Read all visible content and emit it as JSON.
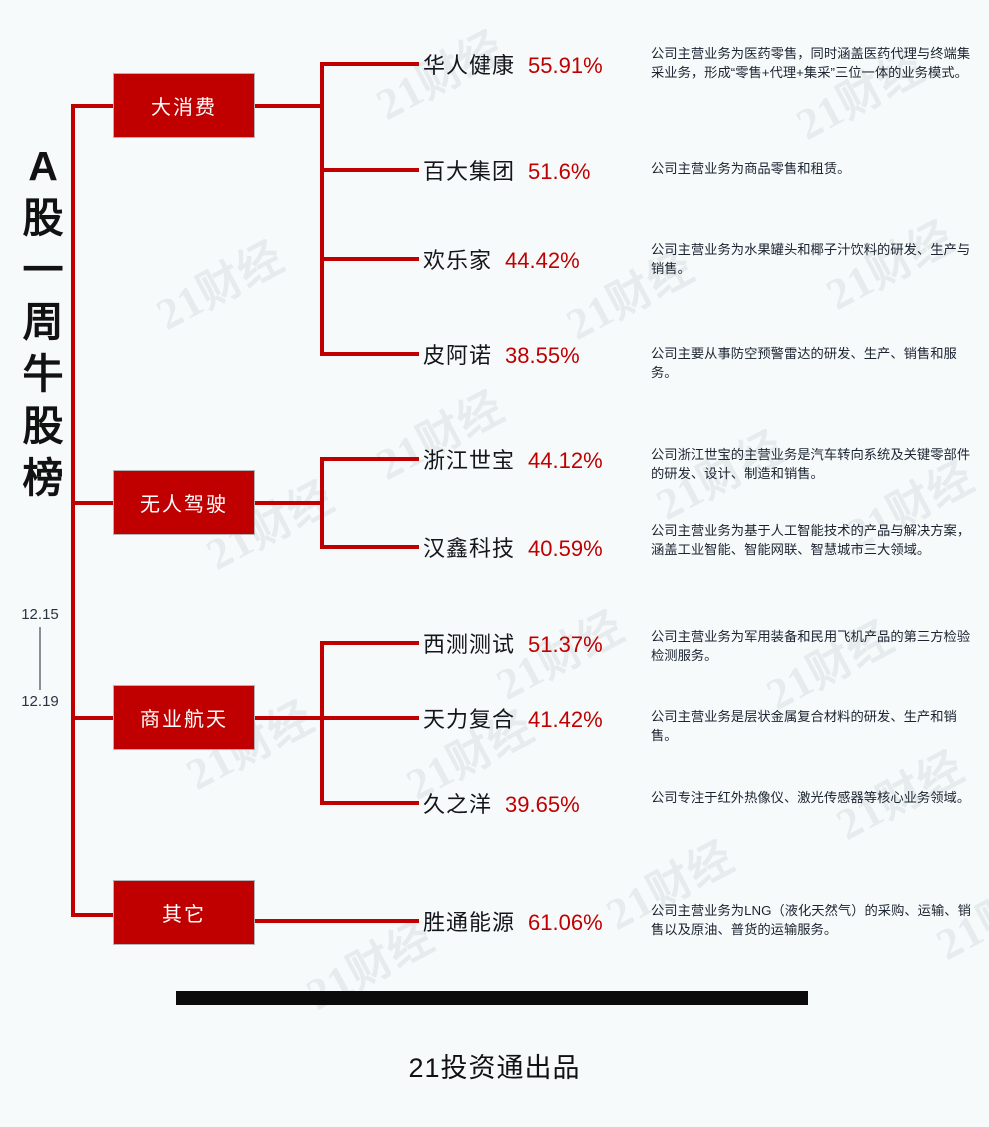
{
  "title": {
    "lines": [
      "A",
      "股",
      "一",
      "周",
      "牛",
      "股",
      "榜"
    ],
    "date_start": "12.15",
    "date_end": "12.19"
  },
  "colors": {
    "brand_red": "#C00000",
    "background": "#f7fafb",
    "text_dark": "#14161c",
    "footer_bar": "#0b0b0b"
  },
  "watermark": {
    "text": "21财经"
  },
  "categories": [
    {
      "label": "大消费",
      "stocks": [
        {
          "name": "华人健康",
          "change": "55.91%",
          "description": "公司主营业务为医药零售，同时涵盖医药代理与终端集采业务，形成“零售+代理+集采”三位一体的业务模式。"
        },
        {
          "name": "百大集团",
          "change": "51.6%",
          "description": "公司主营业务为商品零售和租赁。"
        },
        {
          "name": "欢乐家",
          "change": "44.42%",
          "description": "公司主营业务为水果罐头和椰子汁饮料的研发、生产与销售。"
        },
        {
          "name": "皮阿诺",
          "change": "38.55%",
          "description": "公司主要从事防空预警雷达的研发、生产、销售和服务。"
        }
      ]
    },
    {
      "label": "无人驾驶",
      "stocks": [
        {
          "name": "浙江世宝",
          "change": "44.12%",
          "description": "公司浙江世宝的主营业务是汽车转向系统及关键零部件的研发、设计、制造和销售。"
        },
        {
          "name": "汉鑫科技",
          "change": "40.59%",
          "description": "公司主营业务为基于人工智能技术的产品与解决方案，涵盖工业智能、智能网联、智慧城市三大领域。"
        }
      ]
    },
    {
      "label": "商业航天",
      "stocks": [
        {
          "name": "西测测试",
          "change": "51.37%",
          "description": "公司主营业务为军用装备和民用飞机产品的第三方检验检测服务。"
        },
        {
          "name": "天力复合",
          "change": "41.42%",
          "description": "公司主营业务是层状金属复合材料的研发、生产和销售。"
        },
        {
          "name": "久之洋",
          "change": "39.65%",
          "description": "公司专注于红外热像仪、激光传感器等核心业务领域。"
        }
      ]
    },
    {
      "label": "其它",
      "stocks": [
        {
          "name": "胜通能源",
          "change": "61.06%",
          "description": "公司主营业务为LNG（液化天然气）的采购、运输、销售以及原油、普货的运输服务。"
        }
      ]
    }
  ],
  "footer": {
    "label": "21投资通出品"
  }
}
